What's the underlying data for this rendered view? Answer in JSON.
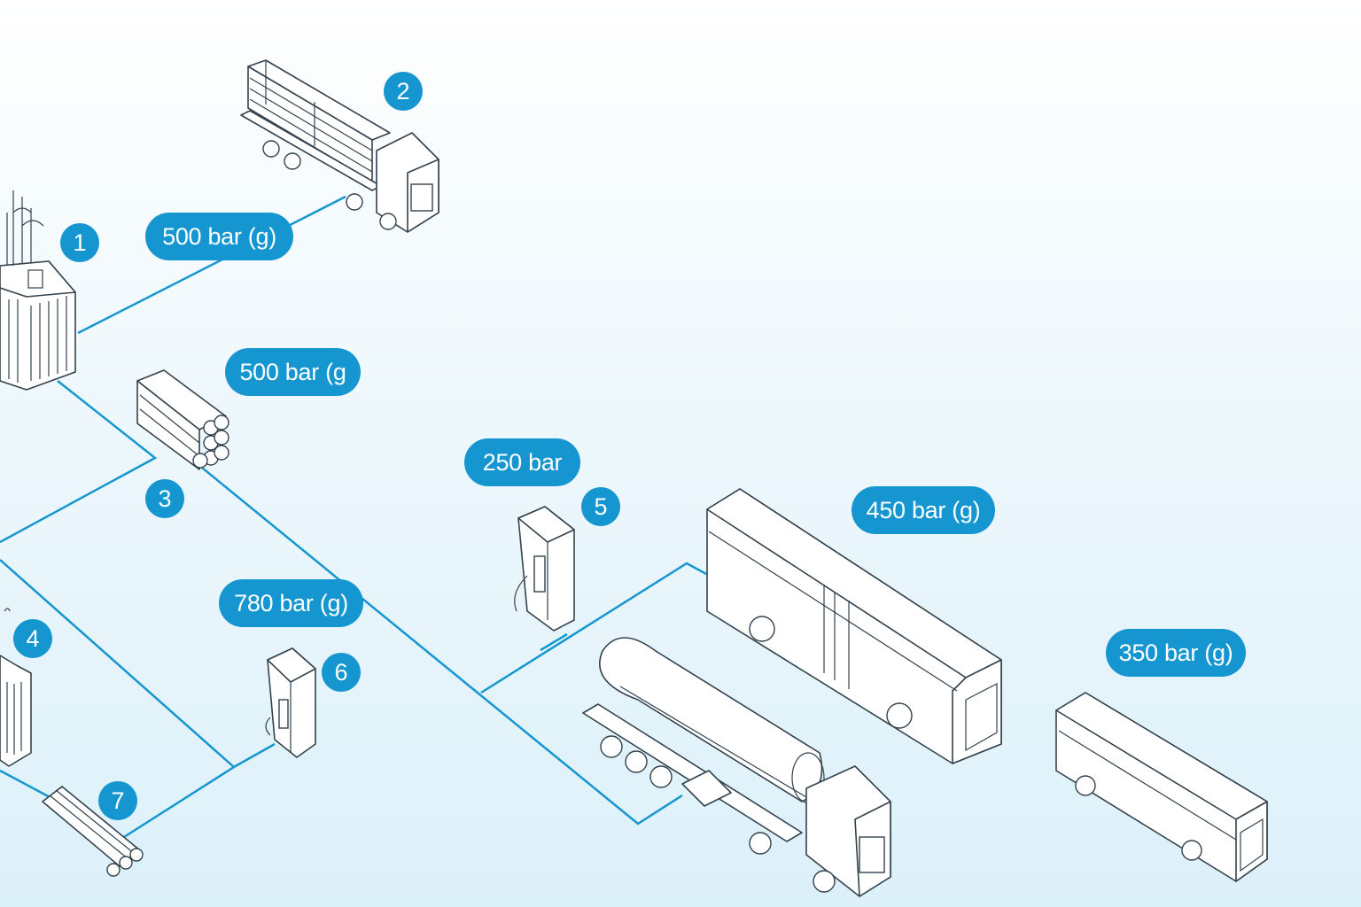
{
  "pressure_labels": {
    "p1": "500 bar (g)",
    "p2": "500 bar (g",
    "p3": "250 bar",
    "p4": "780 bar (g)",
    "p5": "450 bar (g)",
    "p6": "350 bar (g)"
  },
  "badges": [
    "1",
    "2",
    "3",
    "4",
    "5",
    "6",
    "7"
  ],
  "colors": {
    "accent": "#1596d0",
    "line_art": "#33424d",
    "background_top": "#ffffff",
    "background_bottom": "#dcf0f9"
  },
  "icons": [
    "electrolyzer-plant-icon",
    "tube-trailer-truck-icon",
    "cylinder-bundle-icon",
    "compressor-unit-icon",
    "dispenser-icon",
    "tank-trailer-truck-icon",
    "coach-bus-icon",
    "small-bus-icon"
  ]
}
